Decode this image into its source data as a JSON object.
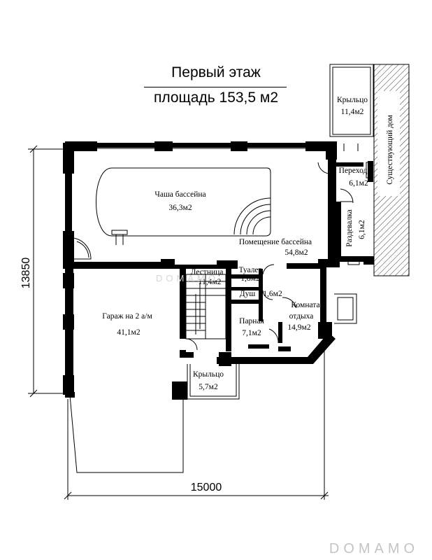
{
  "title": {
    "line1": "Первый этаж",
    "line2": "площадь 153,5 м2"
  },
  "rooms": {
    "pool_bowl": {
      "name": "Чаша бассейна",
      "area": "36,3м2"
    },
    "pool_room": {
      "name": "Помещение бассейна",
      "area": "54,8м2"
    },
    "garage": {
      "name": "Гараж на 2 а/м",
      "area": "41,1м2"
    },
    "stairs": {
      "name": "Лестница",
      "area": "11,4м2"
    },
    "toilet": {
      "name": "Туалет",
      "area": "1,8м2"
    },
    "shower": {
      "name": "Душ",
      "area": "1,6м2"
    },
    "sauna": {
      "name": "Парная",
      "area": "7,1м2"
    },
    "lounge": {
      "name_line1": "Комната",
      "name_line2": "отдыха",
      "area": "14,9м2"
    },
    "porch_top": {
      "name": "Крыльцо",
      "area": "11,4м2"
    },
    "passage": {
      "name": "Переход",
      "area": "6,1м2"
    },
    "changing": {
      "name": "Раздевалка",
      "area": "6,1м2"
    },
    "porch_bottom": {
      "name": "Крыльцо",
      "area": "5,7м2"
    },
    "existing_house": {
      "name": "Существующий дом"
    }
  },
  "dimensions": {
    "width": "15000",
    "height": "13850"
  },
  "watermarks": {
    "center": "DOMAMO",
    "corner": "DOMAMO"
  }
}
